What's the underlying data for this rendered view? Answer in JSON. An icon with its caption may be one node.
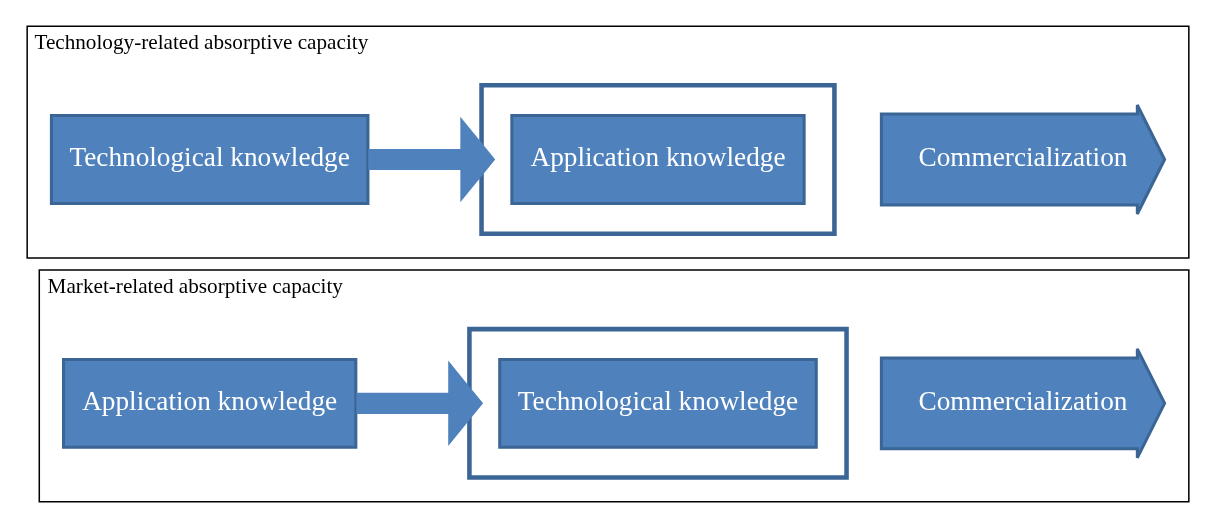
{
  "diagram": {
    "nodes": [
      {
        "text": [
          "Technology-related absorptive capacity"
        ]
      },
      {
        "text": [
          "Technological knowledge"
        ],
        "in": 0
      },
      {
        "text": [],
        "shape": "box",
        "in": 0
      },
      {
        "text": [
          "Application knowledge"
        ],
        "in": 2
      },
      {
        "text": [
          "Commercialization"
        ],
        "in": 0
      },
      {
        "text": [
          "Market-related absorptive capacity"
        ]
      },
      {
        "text": [
          "Application knowledge"
        ],
        "in": 5
      },
      {
        "text": [],
        "shape": "box",
        "in": 5
      },
      {
        "text": [
          "Technological knowledge"
        ],
        "in": 7
      },
      {
        "text": [
          "Commercialization"
        ],
        "in": 5
      }
    ],
    "edges": [
      {
        "from": 1,
        "to": 2,
        "arrow": "to"
      },
      {
        "from": 6,
        "to": 7,
        "arrow": "to"
      }
    ]
  }
}
